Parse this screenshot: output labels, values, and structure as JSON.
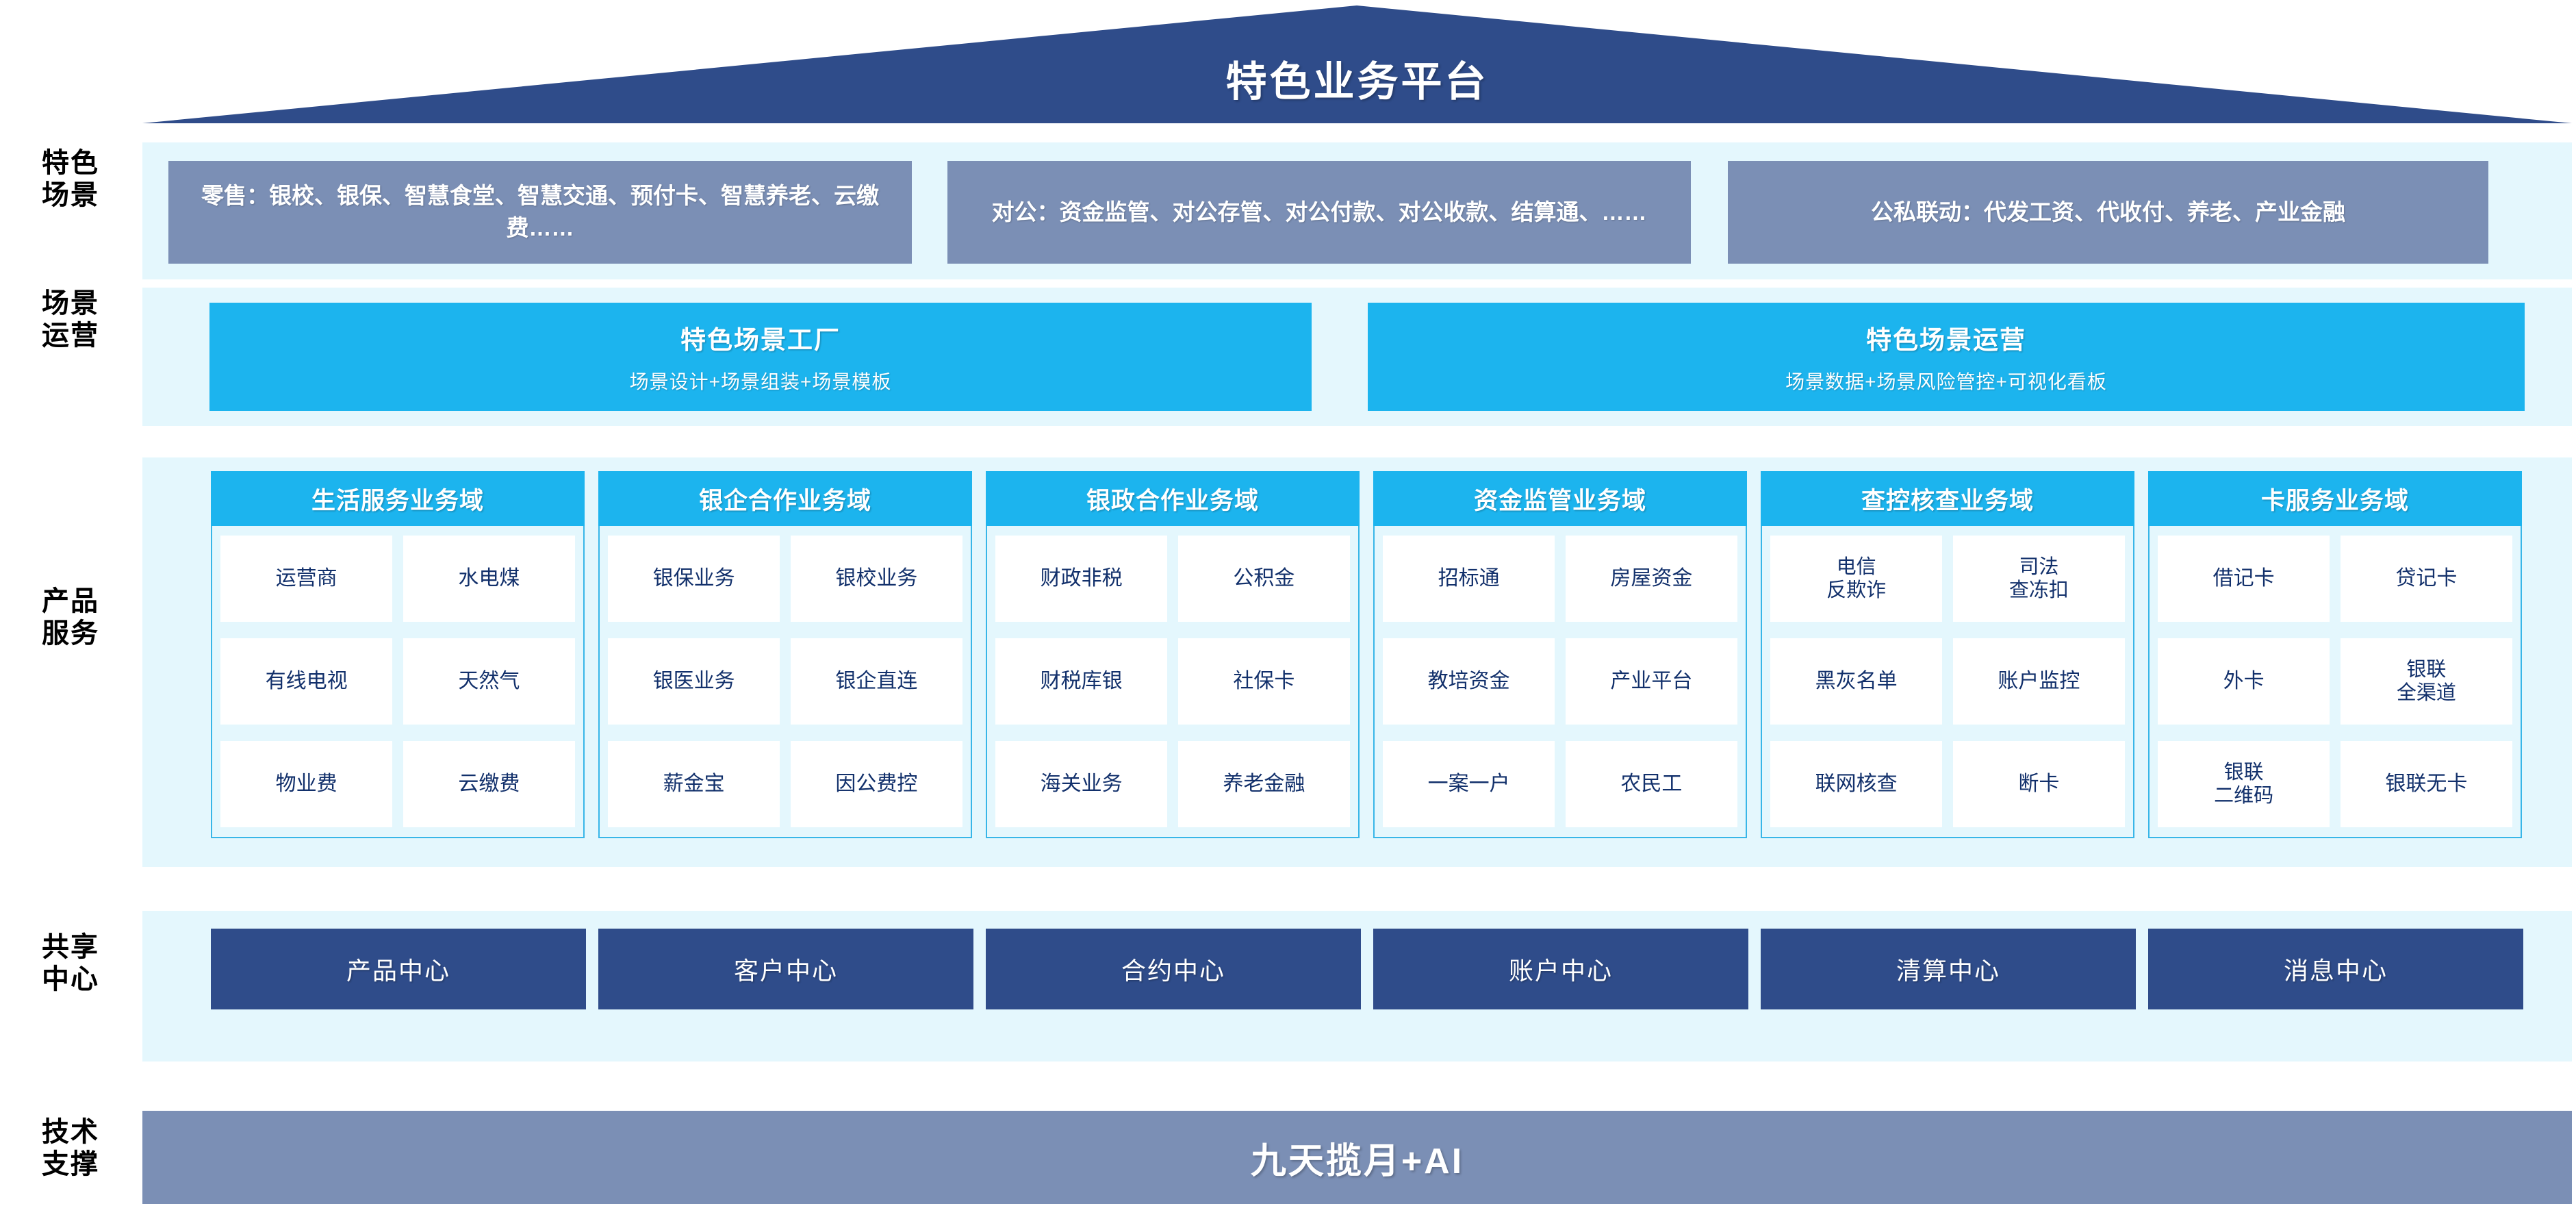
{
  "header": {
    "title": "特色业务平台"
  },
  "row_labels": {
    "scenario": "特色\n场景",
    "operation": "场景\n运营",
    "product": "产品\n服务",
    "shared": "共享\n中心",
    "tech": "技术\n支撑"
  },
  "scenarios": [
    {
      "name": "retail-scenario",
      "text": "零售：银校、银保、智慧食堂、智慧交通、预付卡、智慧养老、云缴费……"
    },
    {
      "name": "corporate-scenario",
      "text": "对公：资金监管、对公存管、对公付款、对公收款、结算通、……"
    },
    {
      "name": "public-private-scenario",
      "text": "公私联动：代发工资、代收付、养老、产业金融"
    }
  ],
  "operations": [
    {
      "name": "scenario-factory",
      "title": "特色场景工厂",
      "subtitle": "场景设计+场景组装+场景模板"
    },
    {
      "name": "scenario-operation",
      "title": "特色场景运营",
      "subtitle": "场景数据+场景风险管控+可视化看板"
    }
  ],
  "domains": [
    {
      "name": "life-service",
      "title": "生活服务业务域",
      "rows": [
        [
          "运营商",
          "水电煤"
        ],
        [
          "有线电视",
          "天然气"
        ],
        [
          "物业费",
          "云缴费"
        ]
      ]
    },
    {
      "name": "bank-enterprise",
      "title": "银企合作业务域",
      "rows": [
        [
          "银保业务",
          "银校业务"
        ],
        [
          "银医业务",
          "银企直连"
        ],
        [
          "薪金宝",
          "因公费控"
        ]
      ]
    },
    {
      "name": "bank-government",
      "title": "银政合作业务域",
      "rows": [
        [
          "财政非税",
          "公积金"
        ],
        [
          "财税库银",
          "社保卡"
        ],
        [
          "海关业务",
          "养老金融"
        ]
      ]
    },
    {
      "name": "fund-supervision",
      "title": "资金监管业务域",
      "rows": [
        [
          "招标通",
          "房屋资金"
        ],
        [
          "教培资金",
          "产业平台"
        ],
        [
          "一案一户",
          "农民工"
        ]
      ]
    },
    {
      "name": "investigation-control",
      "title": "查控核查业务域",
      "rows": [
        [
          "电信\n反欺诈",
          "司法\n查冻扣"
        ],
        [
          "黑灰名单",
          "账户监控"
        ],
        [
          "联网核查",
          "断卡"
        ]
      ]
    },
    {
      "name": "card-service",
      "title": "卡服务业务域",
      "rows": [
        [
          "借记卡",
          "贷记卡"
        ],
        [
          "外卡",
          "银联\n全渠道"
        ],
        [
          "银联\n二维码",
          "银联无卡"
        ]
      ]
    }
  ],
  "shared_centers": [
    {
      "name": "product-center",
      "label": "产品中心"
    },
    {
      "name": "customer-center",
      "label": "客户中心"
    },
    {
      "name": "contract-center",
      "label": "合约中心"
    },
    {
      "name": "account-center",
      "label": "账户中心"
    },
    {
      "name": "clearing-center",
      "label": "清算中心"
    },
    {
      "name": "message-center",
      "label": "消息中心"
    }
  ],
  "tech_support": {
    "label": "九天揽月+AI"
  },
  "colors": {
    "roof_navy": "#2F4C8A",
    "panel_bg": "#E4F7FD",
    "scenario_slate": "#7B8FB5",
    "cyan": "#1CB4EE",
    "cell_text": "#12306B",
    "center_navy": "#2F4C8A",
    "tech_slate": "#7B8FB5",
    "border_cyan": "#38B6E8"
  }
}
